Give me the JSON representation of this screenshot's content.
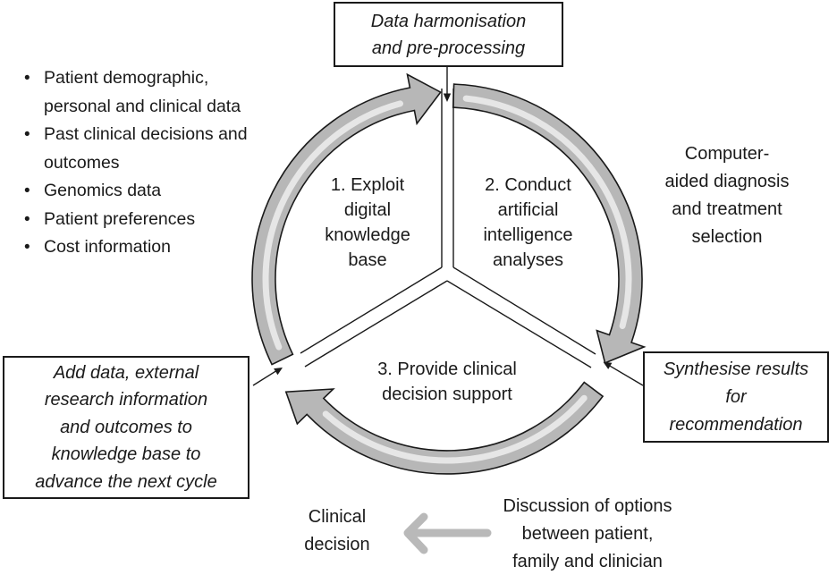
{
  "colors": {
    "background": "#ffffff",
    "text": "#1a1a1a",
    "cycle_arrow_fill": "#b7b7b7",
    "cycle_arrow_outline": "#1a1a1a",
    "cycle_arrow_highlight": "#f2f2f2",
    "flow_arrow_gray": "#b9b9b9"
  },
  "top_box": {
    "lines": [
      "Data harmonisation",
      "and pre-processing"
    ]
  },
  "input_list": {
    "bullet": "•",
    "items": [
      {
        "lines": [
          "Patient demographic,",
          "personal and clinical data"
        ]
      },
      {
        "lines": [
          "Past clinical decisions and",
          "outcomes"
        ]
      },
      {
        "lines": [
          "Genomics data"
        ]
      },
      {
        "lines": [
          "Patient preferences"
        ]
      },
      {
        "lines": [
          "Cost information"
        ]
      }
    ]
  },
  "cycle": {
    "segments": [
      {
        "label_lines": [
          "1. Exploit",
          "digital",
          "knowledge",
          "base"
        ]
      },
      {
        "label_lines": [
          "2. Conduct",
          "artificial",
          "intelligence",
          "analyses"
        ]
      },
      {
        "label_lines": [
          "3. Provide clinical",
          "decision support"
        ]
      }
    ]
  },
  "right_note": {
    "lines": [
      "Computer-",
      "aided diagnosis",
      "and treatment",
      "selection"
    ]
  },
  "right_box": {
    "lines": [
      "Synthesise results",
      "for",
      "recommendation"
    ]
  },
  "left_box": {
    "lines": [
      "Add data, external",
      "research information",
      "and outcomes to",
      "knowledge base to",
      "advance the next cycle"
    ]
  },
  "bottom": {
    "clinical_decision": {
      "lines": [
        "Clinical",
        "decision"
      ]
    },
    "discussion": {
      "lines": [
        "Discussion of options",
        "between patient,",
        "family and clinician"
      ]
    }
  }
}
